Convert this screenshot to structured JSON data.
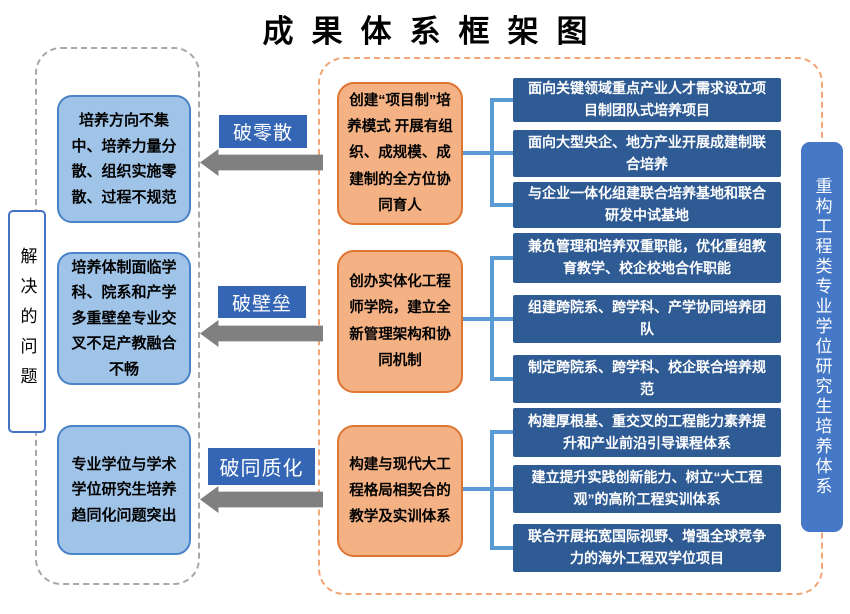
{
  "title": "成果体系框架图",
  "left_panel": {
    "label": "解决的问题",
    "problems": [
      "培养方向不集中、培养力量分散、组织实施零散、过程不规范",
      "培养体制面临学科、院系和产学多重壁垒专业交叉不足产教融合不畅",
      "专业学位与学术学位研究生培养趋同化问题突出"
    ]
  },
  "arrows": [
    {
      "label": "破零散"
    },
    {
      "label": "破壁垒"
    },
    {
      "label": "破同质化"
    }
  ],
  "right_panel": {
    "label": "重构工程类专业学位研究生培养体系",
    "groups": [
      {
        "approach": "创建“项目制”培养模式 开展有组织、成规模、成建制的全方位协同育人",
        "measures": [
          "面向关键领域重点产业人才需求设立项目制团队式培养项目",
          "面向大型央企、地方产业开展成建制联合培养",
          "与企业一体化组建联合培养基地和联合研发中试基地"
        ]
      },
      {
        "approach": "创办实体化工程师学院，建立全新管理架构和协同机制",
        "measures": [
          "兼负管理和培养双重职能，优化重组教育教学、校企校地合作职能",
          "组建跨院系、跨学科、产学协同培养团队",
          "制定跨院系、跨学科、校企联合培养规范"
        ]
      },
      {
        "approach": "构建与现代大工程格局相契合的教学及实训体系",
        "measures": [
          "构建厚根基、重交叉的工程能力素养提升和产业前沿引导课程体系",
          "建立提升实践创新能力、树立“大工程观”的高阶工程实训体系",
          "联合开展拓宽国际视野、增强全球竞争力的海外工程双学位项目"
        ]
      }
    ]
  },
  "colors": {
    "measure_box": "#2f5b94",
    "approach_fill": "#f4b183",
    "approach_border": "#dd7633",
    "problem_fill": "#a0c4e8",
    "problem_border": "#4983c8",
    "arrow_label": "#3566b5",
    "arrow_body": "#808080",
    "right_vertical_box": "#4678c8",
    "left_border_box": "#4472c4",
    "connector": "#5b9bd5",
    "dashed_left": "#a8a8a8",
    "dashed_right": "#f2a677"
  }
}
